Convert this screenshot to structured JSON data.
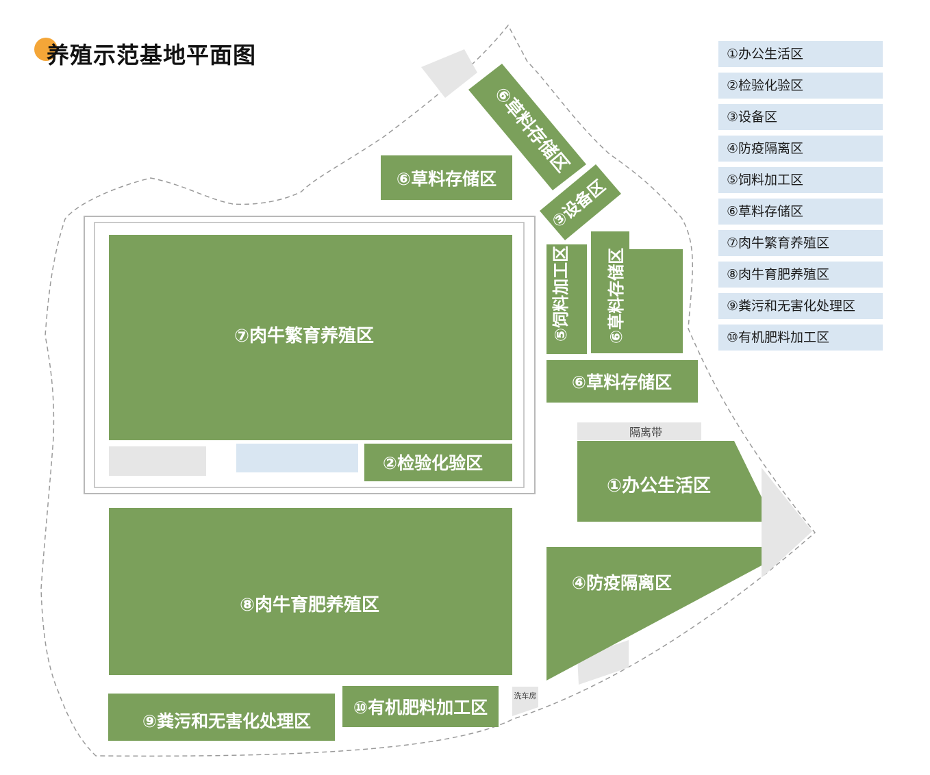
{
  "title": "养殖示范基地平面图",
  "colors": {
    "zone": "#7ba05b",
    "accent": "#f4a638",
    "legend_bg": "#d9e6f2",
    "road": "#e6e6e6",
    "boundary": "#9a9a9a"
  },
  "legend": [
    "①办公生活区",
    "②检验化验区",
    "③设备区",
    "④防疫隔离区",
    "⑤饲料加工区",
    "⑥草料存储区",
    "⑦肉牛繁育养殖区",
    "⑧肉牛育肥养殖区",
    "⑨粪污和无害化处理区",
    "⑩有机肥料加工区"
  ],
  "zones": {
    "breeding": "⑦肉牛繁育养殖区",
    "fattening": "⑧肉牛育肥养殖区",
    "lab": "②检验化验区",
    "manure": "⑨粪污和无害化处理区",
    "fertilizer": "⑩有机肥料加工区",
    "office": "①办公生活区",
    "quarantine": "④防疫隔离区",
    "equipment": "③设备区",
    "feed": "⑤饲料加工区",
    "forage_top_left": "⑥草料存储区",
    "forage_top_diag": "⑥草料存储区",
    "forage_right_vert": "⑥草料存储区",
    "forage_right": "⑥草料存储区"
  },
  "labels": {
    "isolation_belt": "隔离带",
    "car_wash": "洗车房"
  }
}
